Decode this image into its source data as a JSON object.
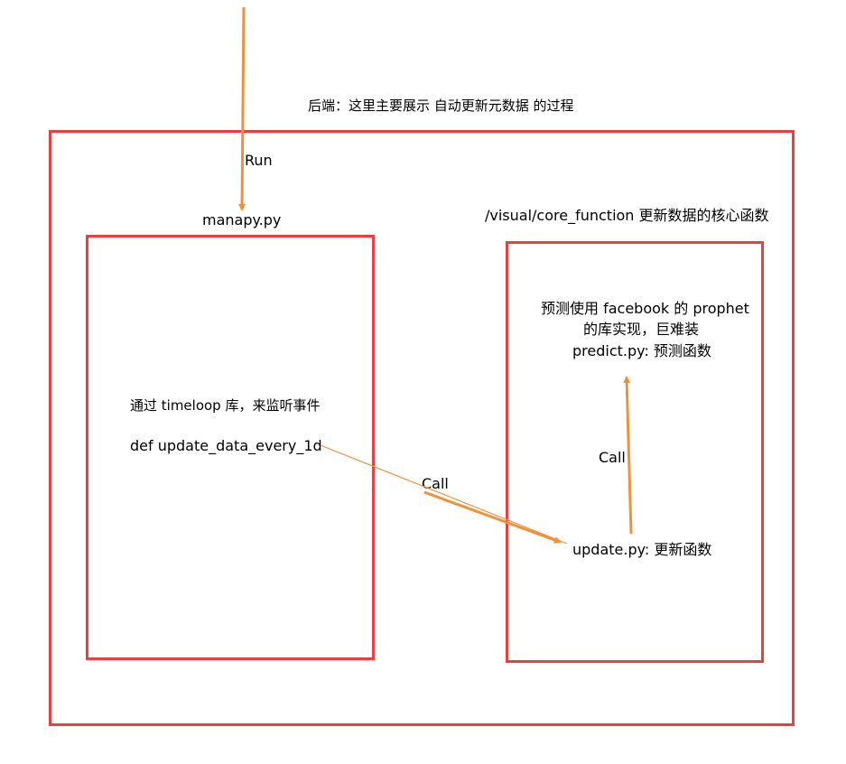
{
  "diagram": {
    "title": "后端：这里主要展示 自动更新元数据 的过程",
    "run_label": "Run",
    "manapy_label": "manapy.py",
    "core_function_label": "/visual/core_function 更新数据的核心函数",
    "left_box": {
      "timeloop_text": "通过 timeloop 库，来监听事件",
      "function_text": "def update_data_every_1d"
    },
    "call_label_1": "Call",
    "right_box": {
      "prophet_line1": "预测使用 facebook 的 prophet",
      "prophet_line2": "的库实现，巨难装",
      "predict_text": "predict.py: 预测函数",
      "call_label_2": "Call",
      "update_text": "update.py: 更新函数"
    },
    "colors": {
      "box_border": "#e84040",
      "arrow": "#f0903a",
      "text": "#000000"
    }
  }
}
